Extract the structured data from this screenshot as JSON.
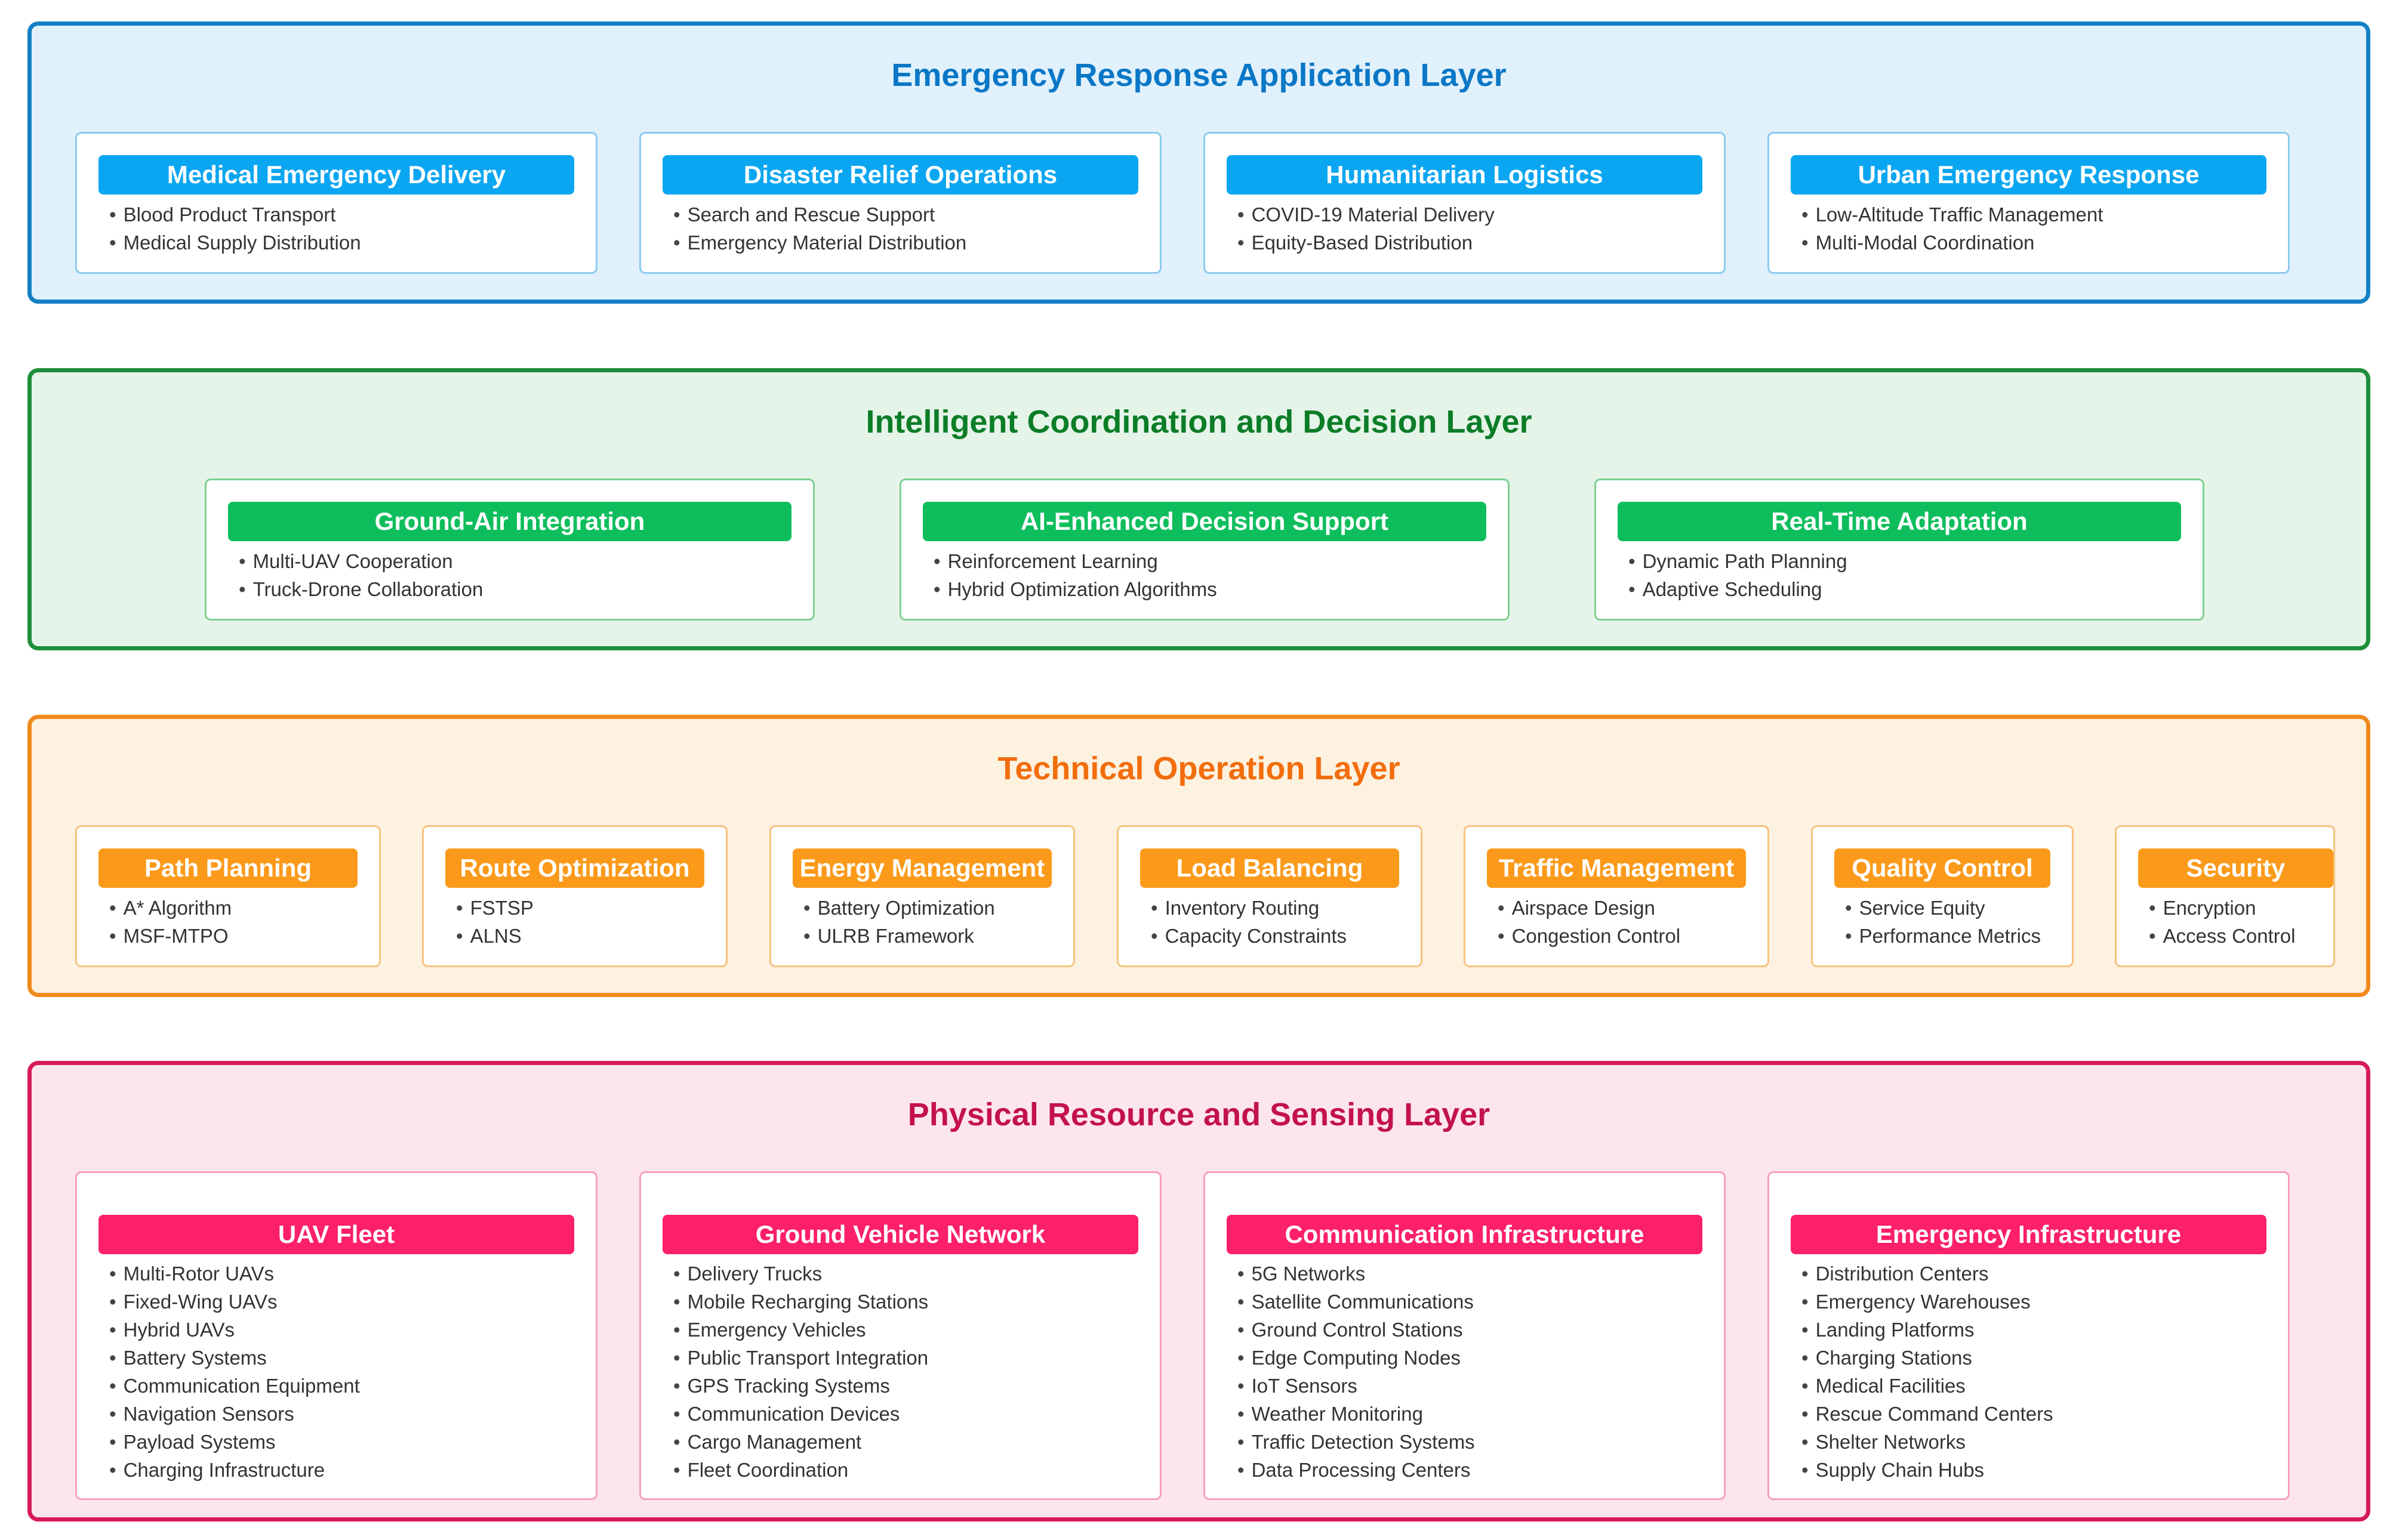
{
  "layers": [
    {
      "title": "Emergency Response Application Layer",
      "colors": {
        "border": "#1580c6",
        "fill": "#e1f1fb",
        "header": "#0ba6f1"
      },
      "cards": [
        {
          "title": "Medical Emergency Delivery",
          "items": [
            "Blood Product Transport",
            "Medical Supply Distribution"
          ]
        },
        {
          "title": "Disaster Relief Operations",
          "items": [
            "Search and Rescue Support",
            "Emergency Material Distribution"
          ]
        },
        {
          "title": "Humanitarian Logistics",
          "items": [
            "COVID-19 Material Delivery",
            "Equity-Based Distribution"
          ]
        },
        {
          "title": "Urban Emergency Response",
          "items": [
            "Low-Altitude Traffic Management",
            "Multi-Modal Coordination"
          ]
        }
      ]
    },
    {
      "title": "Intelligent Coordination and Decision Layer",
      "colors": {
        "border": "#1f8e3a",
        "fill": "#e5f4e8",
        "header": "#0ebe5c"
      },
      "cards": [
        {
          "title": "Ground-Air Integration",
          "items": [
            "Multi-UAV Cooperation",
            "Truck-Drone Collaboration"
          ]
        },
        {
          "title": "AI-Enhanced Decision Support",
          "items": [
            "Reinforcement Learning",
            "Hybrid Optimization Algorithms"
          ]
        },
        {
          "title": "Real-Time Adaptation",
          "items": [
            "Dynamic Path Planning",
            "Adaptive Scheduling"
          ]
        }
      ]
    },
    {
      "title": "Technical Operation Layer",
      "colors": {
        "border": "#f08a1c",
        "fill": "#fdf1e0",
        "header": "#fb9a1a"
      },
      "cards": [
        {
          "title": "Path Planning",
          "items": [
            "A* Algorithm",
            "MSF-MTPO"
          ]
        },
        {
          "title": "Route Optimization",
          "items": [
            "FSTSP",
            "ALNS"
          ]
        },
        {
          "title": "Energy Management",
          "items": [
            "Battery Optimization",
            "ULRB Framework"
          ]
        },
        {
          "title": "Load Balancing",
          "items": [
            "Inventory Routing",
            "Capacity Constraints"
          ]
        },
        {
          "title": "Traffic Management",
          "items": [
            "Airspace Design",
            "Congestion Control"
          ]
        },
        {
          "title": "Quality Control",
          "items": [
            "Service Equity",
            "Performance Metrics"
          ]
        },
        {
          "title": "Security",
          "items": [
            "Encryption",
            "Access Control"
          ]
        }
      ]
    },
    {
      "title": "Physical Resource and Sensing Layer",
      "colors": {
        "border": "#d61a5c",
        "fill": "#fde5ee",
        "header": "#fb1f6c"
      },
      "cards": [
        {
          "title": "UAV Fleet",
          "items": [
            "Multi-Rotor UAVs",
            "Fixed-Wing UAVs",
            "Hybrid UAVs",
            "Battery Systems",
            "Communication Equipment",
            "Navigation Sensors",
            "Payload Systems",
            "Charging Infrastructure"
          ]
        },
        {
          "title": "Ground Vehicle Network",
          "items": [
            "Delivery Trucks",
            "Mobile Recharging Stations",
            "Emergency Vehicles",
            "Public Transport Integration",
            "GPS Tracking Systems",
            "Communication Devices",
            "Cargo Management",
            "Fleet Coordination"
          ]
        },
        {
          "title": "Communication Infrastructure",
          "items": [
            "5G Networks",
            "Satellite Communications",
            "Ground Control Stations",
            "Edge Computing Nodes",
            "IoT Sensors",
            "Weather Monitoring",
            "Traffic Detection Systems",
            "Data Processing Centers"
          ]
        },
        {
          "title": "Emergency Infrastructure",
          "items": [
            "Distribution Centers",
            "Emergency Warehouses",
            "Landing Platforms",
            "Charging Stations",
            "Medical Facilities",
            "Rescue Command Centers",
            "Shelter Networks",
            "Supply Chain Hubs"
          ]
        }
      ]
    }
  ]
}
